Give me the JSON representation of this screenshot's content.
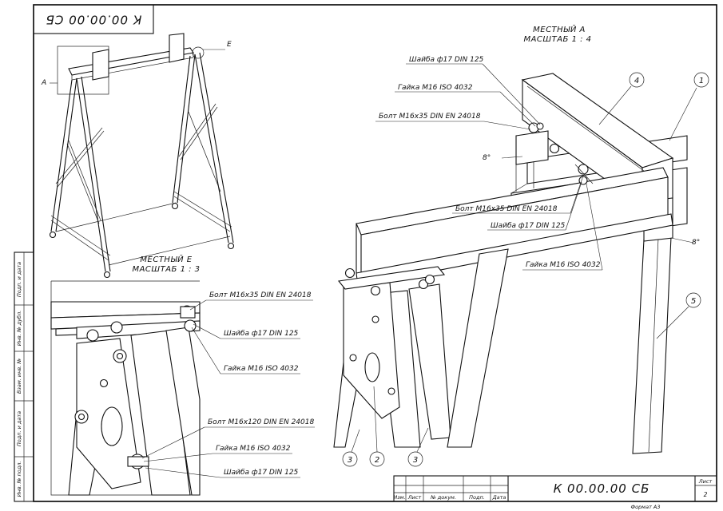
{
  "stamp_code": "К 00.00.00 СБ",
  "frame_code": "К 00.00.00 СБ",
  "sheet": {
    "label": "Лист",
    "number": "2"
  },
  "format": "Формат А3",
  "title_block_columns": [
    "Изм.",
    "Лист",
    "№ докум.",
    "Подп.",
    "Дата"
  ],
  "side_stamp_labels": [
    "Подп. и дата",
    "Инв. № дубл.",
    "Взам. инв. №",
    "Подп. и дата",
    "Инв. № подл."
  ],
  "view_a": {
    "title": "МЕСТНЫЙ А",
    "scale": "МАСШТАБ 1 : 4",
    "marker": "А"
  },
  "view_e": {
    "title": "МЕСТНЫЙ Е",
    "scale": "МАСШТАБ 1 : 3",
    "marker": "Е"
  },
  "callouts_a": {
    "washer_top": "Шайба ф17 DIN 125",
    "nut_top": "Гайка М16 ISO 4032",
    "bolt_top": "Болт М16х35 DIN EN 24018",
    "angle_left": "8°",
    "bolt_mid": "Болт М16х35 DIN EN 24018",
    "washer_mid": "Шайба ф17 DIN 125",
    "nut_mid": "Гайка М16 ISO 4032",
    "angle_right": "8°"
  },
  "callouts_e": {
    "bolt_top": "Болт М16х35 DIN EN 24018",
    "washer_top": "Шайба ф17 DIN 125",
    "nut_top": "Гайка М16 ISO 4032",
    "bolt_low": "Болт М16х120 DIN EN 24018",
    "nut_low": "Гайка М16 ISO 4032",
    "washer_low": "Шайба ф17 DIN 125"
  },
  "positions": [
    "1",
    "2",
    "3",
    "3",
    "4",
    "5"
  ]
}
